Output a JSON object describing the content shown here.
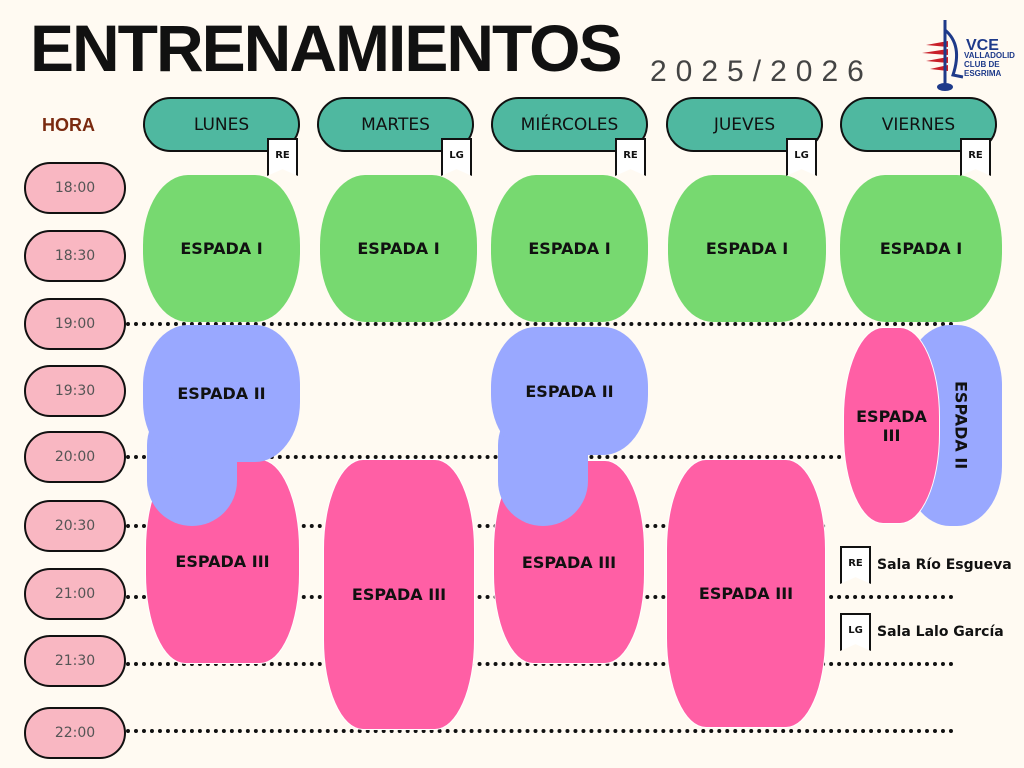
{
  "title": "ENTRENAMIENTOS",
  "season": "2025/2026",
  "logo": {
    "text": "VCE",
    "subtitle": "VALLADOLID CLUB DE ESGRIMA"
  },
  "hora_label": "HORA",
  "times": [
    "18:00",
    "18:30",
    "19:00",
    "19:30",
    "20:00",
    "20:30",
    "21:00",
    "21:30",
    "22:00"
  ],
  "days": [
    {
      "label": "LUNES",
      "venue": "RE"
    },
    {
      "label": "MARTES",
      "venue": "LG"
    },
    {
      "label": "MIÉRCOLES",
      "venue": "RE"
    },
    {
      "label": "JUEVES",
      "venue": "LG"
    },
    {
      "label": "VIERNES",
      "venue": "RE"
    }
  ],
  "classes": {
    "espada1": "ESPADA I",
    "espada2": "ESPADA II",
    "espada3": "ESPADA III"
  },
  "legend": [
    {
      "code": "RE",
      "name": "Sala Río Esgueva"
    },
    {
      "code": "LG",
      "name": "Sala Lalo García"
    }
  ],
  "colors": {
    "espada1": "#77d970",
    "espada2": "#99a8ff",
    "espada3": "#ff5fa5",
    "day_header": "#4fb8a0",
    "time_pill": "#f9b7c2"
  }
}
